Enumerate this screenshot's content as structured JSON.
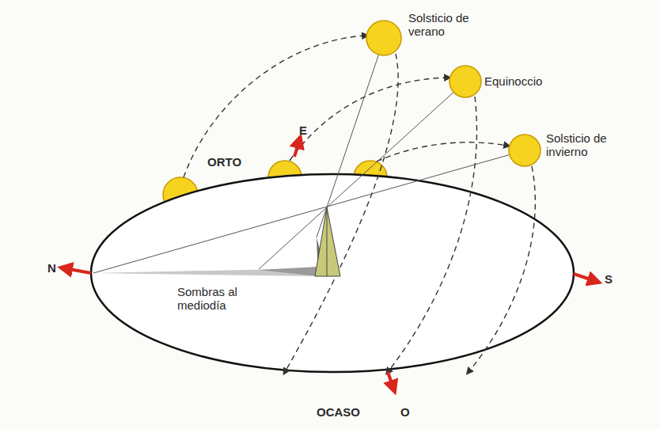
{
  "diagram": {
    "labels": [
      "Solsticio de verano",
      "Equinoccio",
      "Solsticio de invierno",
      "ORTO",
      "E",
      "N",
      "S",
      "Sombras al mediodía",
      "OCASO",
      "O"
    ]
  }
}
